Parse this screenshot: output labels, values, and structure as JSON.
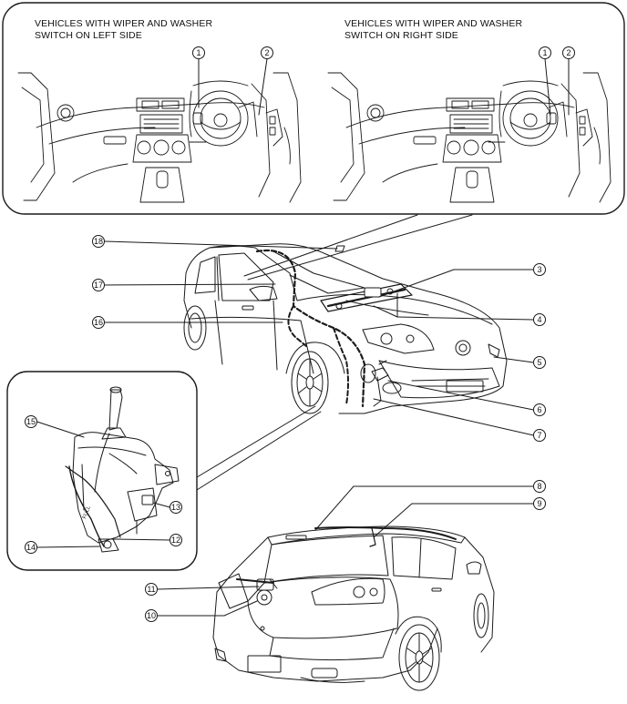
{
  "top_panel": {
    "left_caption": "VEHICLES WITH WIPER AND WASHER\nSWITCH ON LEFT SIDE",
    "right_caption": "VEHICLES WITH WIPER AND WASHER\nSWITCH ON RIGHT SIDE"
  },
  "callouts": {
    "c1": "1",
    "c2": "2",
    "c3": "3",
    "c4": "4",
    "c5": "5",
    "c6": "6",
    "c7": "7",
    "c8": "8",
    "c9": "9",
    "c10": "10",
    "c11": "11",
    "c12": "12",
    "c13": "13",
    "c14": "14",
    "c15": "15",
    "c16": "16",
    "c17": "17",
    "c18": "18"
  },
  "colors": {
    "line": "#1a1a1a",
    "background": "#ffffff"
  }
}
